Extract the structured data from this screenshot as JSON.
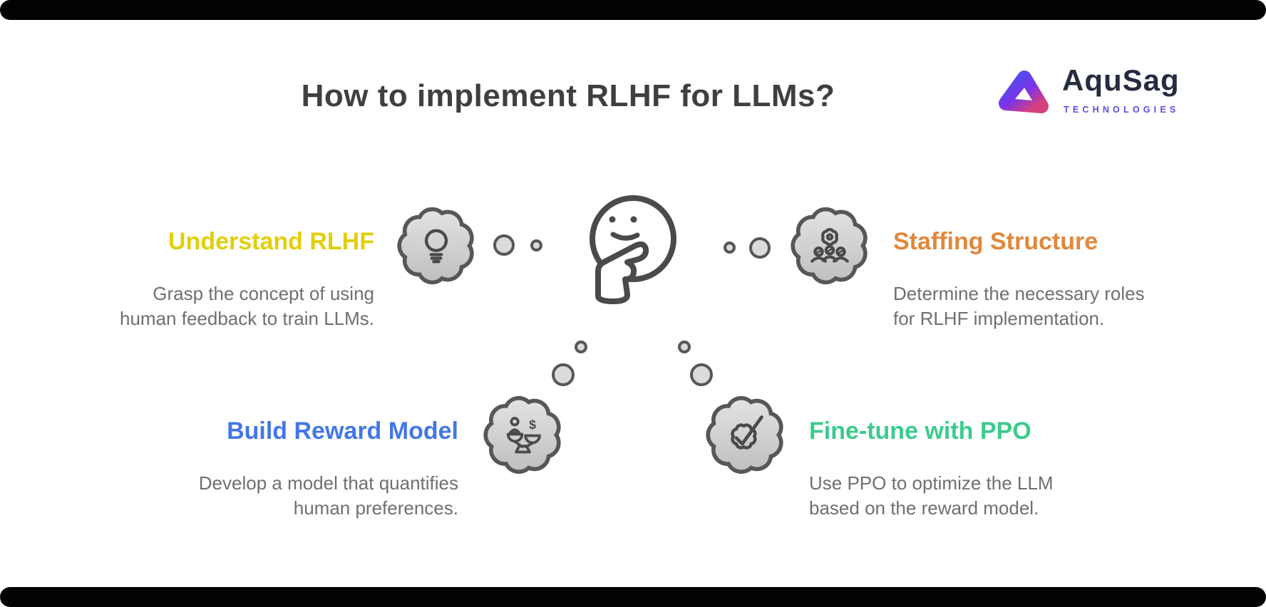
{
  "title": "How to implement RLHF for LLMs?",
  "logo": {
    "brand": "AquSag",
    "subtitle": "TECHNOLOGIES"
  },
  "steps": [
    {
      "title": "Understand RLHF",
      "color": "#E2CE0B",
      "line1": "Grasp the concept of using",
      "line2": "human feedback to train LLMs."
    },
    {
      "title": "Staffing Structure",
      "color": "#E1873B",
      "line1": "Determine the necessary roles",
      "line2": "for RLHF implementation."
    },
    {
      "title": "Build Reward Model",
      "color": "#4377E8",
      "line1": "Develop a model that quantifies",
      "line2": "human preferences."
    },
    {
      "title": "Fine-tune with PPO",
      "color": "#3CCB8D",
      "line1": "Use PPO to optimize the LLM",
      "line2": "based on the reward model."
    }
  ],
  "icons": {
    "center": "thinking-face-icon",
    "step1": "lightbulb-icon",
    "step2": "gear-team-icon",
    "step3": "balance-scale-icon",
    "step4": "gear-checkmark-icon"
  },
  "colors": {
    "title_text": "#3F3F3F",
    "description_text": "#6F6F6F",
    "bubble_outline": "#575757",
    "icon_stroke": "#4A4A4A",
    "bar": "#030303",
    "logo_brand": "#262B40",
    "logo_subtitle": "#5B4BE8"
  }
}
